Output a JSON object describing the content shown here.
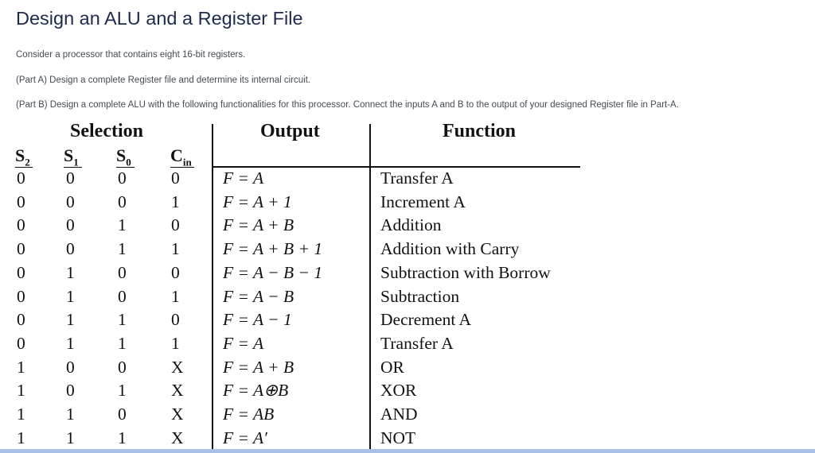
{
  "title": "Design an ALU and a Register File",
  "paragraphs": [
    "Consider a processor that contains eight 16-bit registers.",
    "(Part A) Design a complete Register file and determine its internal circuit.",
    "(Part B) Design a complete ALU with the following functionalities for this processor. Connect the inputs A and B to the output of your designed Register file in Part-A."
  ],
  "table": {
    "headers": {
      "selection": "Selection",
      "output": "Output",
      "function": "Function"
    },
    "subheaders": [
      {
        "base": "S",
        "sub": "2"
      },
      {
        "base": "S",
        "sub": "1"
      },
      {
        "base": "S",
        "sub": "0"
      },
      {
        "base": "C",
        "sub": "in"
      }
    ],
    "rows": [
      {
        "s2": "0",
        "s1": "0",
        "s0": "0",
        "cin": "0",
        "output": "F = A",
        "function": "Transfer A"
      },
      {
        "s2": "0",
        "s1": "0",
        "s0": "0",
        "cin": "1",
        "output": "F = A + 1",
        "function": "Increment A"
      },
      {
        "s2": "0",
        "s1": "0",
        "s0": "1",
        "cin": "0",
        "output": "F = A + B",
        "function": "Addition"
      },
      {
        "s2": "0",
        "s1": "0",
        "s0": "1",
        "cin": "1",
        "output": "F = A + B + 1",
        "function": "Addition with Carry"
      },
      {
        "s2": "0",
        "s1": "1",
        "s0": "0",
        "cin": "0",
        "output": "F = A − B − 1",
        "function": "Subtraction with Borrow"
      },
      {
        "s2": "0",
        "s1": "1",
        "s0": "0",
        "cin": "1",
        "output": "F = A − B",
        "function": "Subtraction"
      },
      {
        "s2": "0",
        "s1": "1",
        "s0": "1",
        "cin": "0",
        "output": "F = A − 1",
        "function": "Decrement A"
      },
      {
        "s2": "0",
        "s1": "1",
        "s0": "1",
        "cin": "1",
        "output": "F = A",
        "function": "Transfer A"
      },
      {
        "s2": "1",
        "s1": "0",
        "s0": "0",
        "cin": "X",
        "output": "F = A + B",
        "function": "OR"
      },
      {
        "s2": "1",
        "s1": "0",
        "s0": "1",
        "cin": "X",
        "output": "F = A⊕B",
        "function": "XOR"
      },
      {
        "s2": "1",
        "s1": "1",
        "s0": "0",
        "cin": "X",
        "output": "F = AB",
        "function": "AND"
      },
      {
        "s2": "1",
        "s1": "1",
        "s0": "1",
        "cin": "X",
        "output": "F = A′",
        "function": "NOT"
      }
    ]
  }
}
